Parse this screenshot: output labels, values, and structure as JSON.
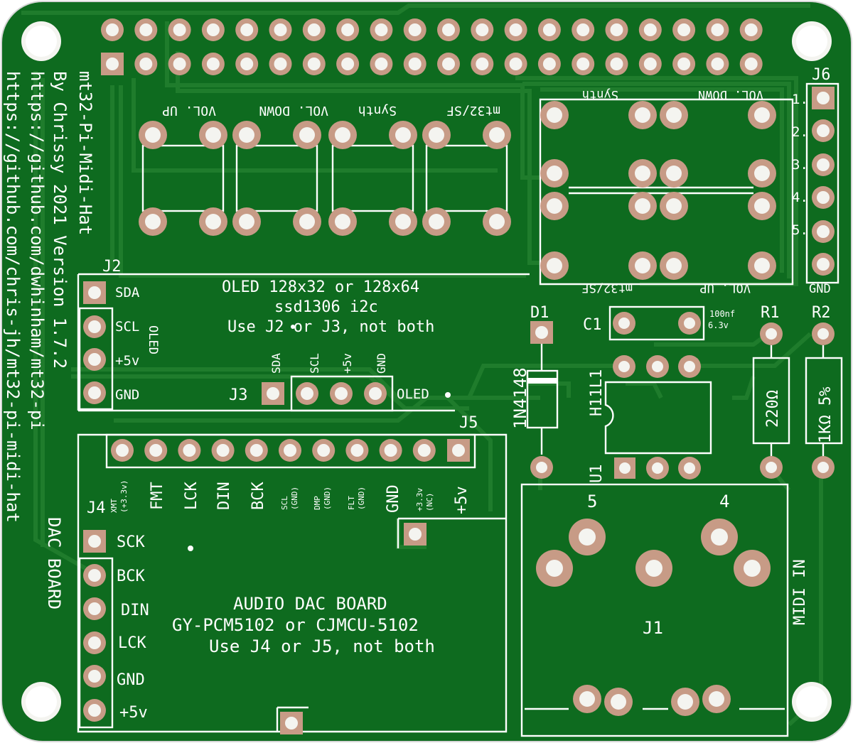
{
  "board": {
    "colors": {
      "soldermask": "#0e6b1f",
      "trace": "#1f7c2c",
      "silkscreen": "#ffffff",
      "pad": "#c79b86",
      "hole": "#f4f4f0"
    },
    "credits": {
      "title": "mt32-Pi-Midi-Hat",
      "author": "By Chrissy 2021 Version 1.7.2",
      "url1": "https://github.com/dwhinham/mt32-pi",
      "url2": "https://github.com/chris-jh/mt32-pi-midi-hat",
      "dac_label": "DAC BOARD"
    },
    "buttons_left": [
      "VOL. UP",
      "VOL. DOWN",
      "Synth",
      "mt32/SF"
    ],
    "buttons_right_top": [
      "Synth",
      "VOL. DOWN"
    ],
    "buttons_right_bottom": [
      "mt32/SF",
      "VOL. UP"
    ],
    "j6": {
      "ref": "J6",
      "pins": [
        "1.",
        "2.",
        "3.",
        "4.",
        "5."
      ],
      "gnd": "GND"
    },
    "oled": {
      "line1": "OLED 128x32 or 128x64",
      "line2": "ssd1306 i2c",
      "line3": "Use J2 or J3, not both",
      "side_label": "OLED",
      "j3_label": "OLED",
      "j2": {
        "ref": "J2",
        "pins": [
          "SDA",
          "SCL",
          "+5v",
          "GND"
        ]
      },
      "j3": {
        "ref": "J3",
        "pins": [
          "SDA",
          "SCL",
          "+5v",
          "GND"
        ]
      }
    },
    "d1": {
      "ref": "D1",
      "value": "1N4148"
    },
    "c1": {
      "ref": "C1",
      "value1": "100nf",
      "value2": "6.3v"
    },
    "u1": {
      "ref": "U1",
      "value": "H11L1"
    },
    "r1": {
      "ref": "R1",
      "value": "220Ω"
    },
    "r2": {
      "ref": "R2",
      "value": "1KΩ 5%"
    },
    "j5": {
      "ref": "J5",
      "labels": [
        "XMT",
        "(+3.3v)",
        "FMT",
        "LCK",
        "DIN",
        "BCK",
        "SCL",
        "(GND)",
        "DMP",
        "(GND)",
        "FLT",
        "(GND)",
        "GND",
        "+3.3v",
        "(NC)",
        "+5v"
      ]
    },
    "j4": {
      "ref": "J4",
      "pins": [
        "SCK",
        "BCK",
        "DIN",
        "LCK",
        "GND",
        "+5v"
      ]
    },
    "dac": {
      "line1": "AUDIO DAC BOARD",
      "line2": "GY-PCM5102 or CJMCU-5102",
      "line3": "Use J4 or J5, not both"
    },
    "j1": {
      "ref": "J1",
      "pin5": "5",
      "pin4": "4",
      "label": "MIDI IN"
    }
  }
}
